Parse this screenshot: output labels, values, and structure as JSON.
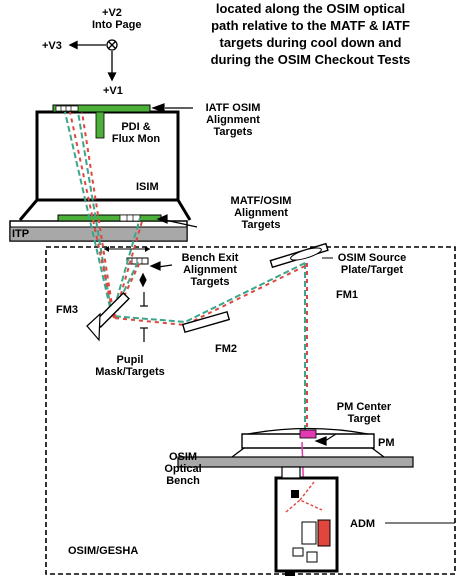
{
  "title_lines": [
    "located along the OSIM optical",
    "path relative to the MATF & IATF",
    "targets during cool down and",
    "during the OSIM Checkout Tests"
  ],
  "axes": {
    "v2_line1": "+V2",
    "v2_line2": "Into Page",
    "v3": "+V3",
    "v1": "+V1"
  },
  "labels": {
    "iatf_line1": "IATF OSIM",
    "iatf_line2": "Alignment",
    "iatf_line3": "Targets",
    "pdi_line1": "PDI &",
    "pdi_line2": "Flux Mon",
    "isim": "ISIM",
    "matf_line1": "MATF/OSIM",
    "matf_line2": "Alignment",
    "matf_line3": "Targets",
    "itp": "ITP",
    "bench_exit_line1": "Bench Exit",
    "bench_exit_line2": "Alignment",
    "bench_exit_line3": "Targets",
    "osim_source_line1": "OSIM Source",
    "osim_source_line2": "Plate/Target",
    "fm1": "FM1",
    "fm3": "FM3",
    "fm2": "FM2",
    "pupil_line1": "Pupil",
    "pupil_line2": "Mask/Targets",
    "pm_center_line1": "PM Center",
    "pm_center_line2": "Target",
    "pm": "PM",
    "optical_bench_line1": "OSIM",
    "optical_bench_line2": "Optical",
    "optical_bench_line3": "Bench",
    "adm": "ADM",
    "osim_gesha": "OSIM/GESHA"
  },
  "colors": {
    "beam_red": "#e0463c",
    "beam_teal": "#3aa68c",
    "target_green": "#4caf3a",
    "itp_gray": "#a8a8a8",
    "pm_pink": "#e23ab0"
  }
}
